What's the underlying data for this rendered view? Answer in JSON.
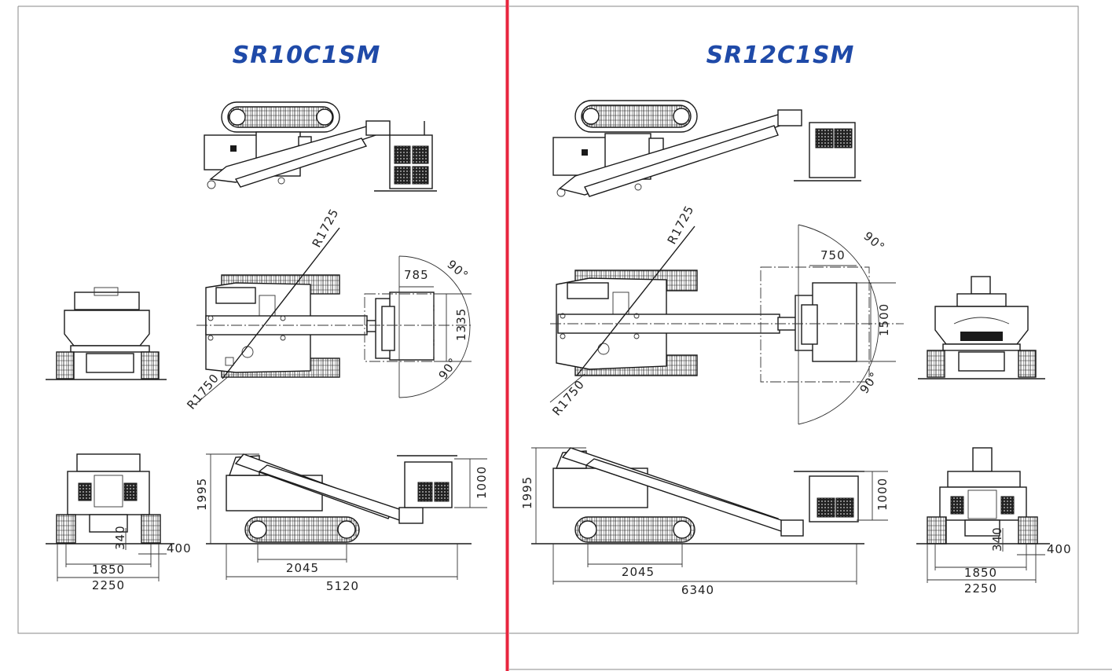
{
  "page": {
    "divider_color": "#e8253e",
    "title_color": "#1f4aa8",
    "frame_color": "#8a8a8a"
  },
  "models": [
    {
      "name": "SR10C1SM",
      "side_view": {
        "height": "1995",
        "basket_height": "1000",
        "track_length": "2045",
        "overall_length": "5120"
      },
      "top_view": {
        "radius_rear": "R1725",
        "radius_front": "R1750",
        "basket_depth": "785",
        "basket_width": "1335",
        "angle_top": "90°",
        "angle_bottom": "90°"
      },
      "front_view": {
        "ground_clearance": "340",
        "track_width": "400",
        "gauge": "1850",
        "overall_width": "2250"
      }
    },
    {
      "name": "SR12C1SM",
      "side_view": {
        "height": "1995",
        "basket_height": "1000",
        "track_length": "2045",
        "overall_length": "6340"
      },
      "top_view": {
        "radius_rear": "R1725",
        "radius_front": "R1750",
        "basket_depth": "750",
        "basket_width": "1500",
        "angle_top": "90°",
        "angle_bottom": "90°"
      },
      "front_view": {
        "ground_clearance": "340",
        "track_width": "400",
        "gauge": "1850",
        "overall_width": "2250"
      }
    }
  ]
}
